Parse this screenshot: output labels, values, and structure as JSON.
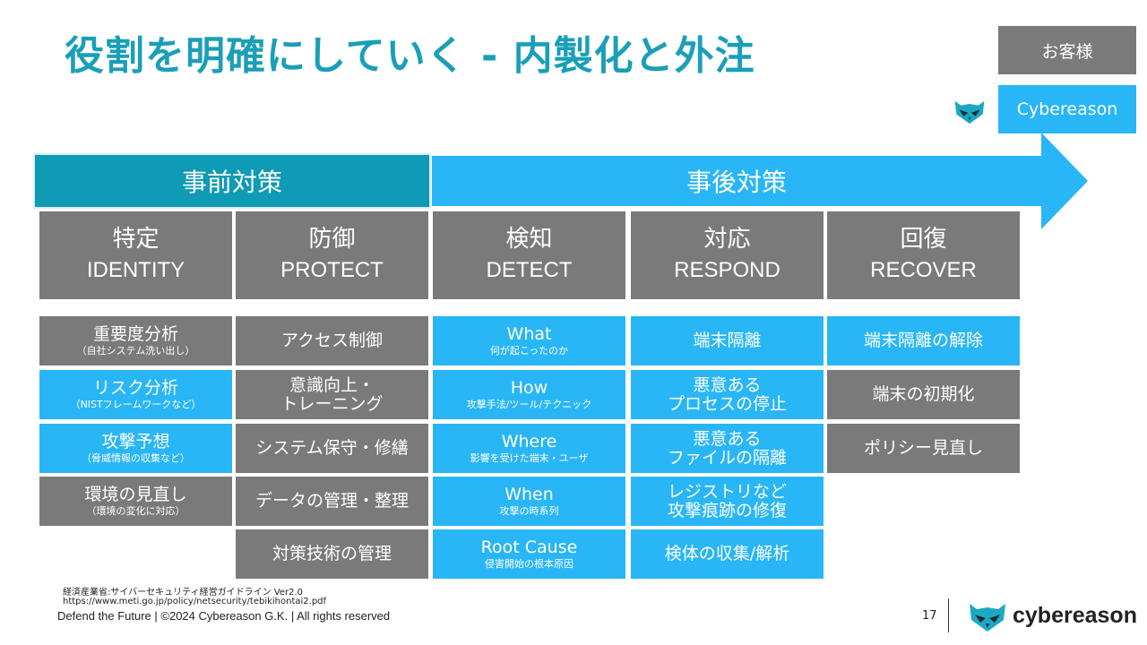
{
  "slide": {
    "title": "役割を明確にしていく - 内製化と外注",
    "page_number": "17"
  },
  "legend": {
    "customer": "お客様",
    "cybereason": "Cybereason"
  },
  "phases": {
    "pre": "事前対策",
    "post": "事後対策"
  },
  "columns": [
    {
      "jp": "特定",
      "en": "IDENTITY",
      "cells": [
        {
          "style": "grey",
          "main": [
            "重要度分析"
          ],
          "sub": "（自社システム洗い出し）"
        },
        {
          "style": "blue",
          "main": [
            "リスク分析"
          ],
          "sub": "（NISTフレームワークなど）"
        },
        {
          "style": "blue",
          "main": [
            "攻撃予想"
          ],
          "sub": "（脅威情報の収集など）"
        },
        {
          "style": "grey",
          "main": [
            "環境の見直し"
          ],
          "sub": "（環境の変化に対応）"
        }
      ]
    },
    {
      "jp": "防御",
      "en": "PROTECT",
      "cells": [
        {
          "style": "grey",
          "main": [
            "アクセス制御"
          ],
          "sub": ""
        },
        {
          "style": "grey",
          "main": [
            "意識向上・",
            "トレーニング"
          ],
          "sub": ""
        },
        {
          "style": "grey",
          "main": [
            "システム保守・修繕"
          ],
          "sub": ""
        },
        {
          "style": "grey",
          "main": [
            "データの管理・整理"
          ],
          "sub": ""
        },
        {
          "style": "grey",
          "main": [
            "対策技術の管理"
          ],
          "sub": ""
        }
      ]
    },
    {
      "jp": "検知",
      "en": "DETECT",
      "cells": [
        {
          "style": "blue",
          "main": [
            "What"
          ],
          "sub": "何が起こったのか"
        },
        {
          "style": "blue",
          "main": [
            "How"
          ],
          "sub": "攻撃手法/ツール/テクニック"
        },
        {
          "style": "blue",
          "main": [
            "Where"
          ],
          "sub": "影響を受けた端末・ユーザ"
        },
        {
          "style": "blue",
          "main": [
            "When"
          ],
          "sub": "攻撃の時系列"
        },
        {
          "style": "blue",
          "main": [
            "Root Cause"
          ],
          "sub": "侵害開始の根本原因"
        }
      ]
    },
    {
      "jp": "対応",
      "en": "RESPOND",
      "cells": [
        {
          "style": "blue",
          "main": [
            "端末隔離"
          ],
          "sub": ""
        },
        {
          "style": "blue",
          "main": [
            "悪意ある",
            "プロセスの停止"
          ],
          "sub": ""
        },
        {
          "style": "blue",
          "main": [
            "悪意ある",
            "ファイルの隔離"
          ],
          "sub": ""
        },
        {
          "style": "blue",
          "main": [
            "レジストリなど",
            "攻撃痕跡の修復"
          ],
          "sub": ""
        },
        {
          "style": "blue",
          "main": [
            "検体の収集/解析"
          ],
          "sub": ""
        }
      ]
    },
    {
      "jp": "回復",
      "en": "RECOVER",
      "cells": [
        {
          "style": "blue",
          "main": [
            "端末隔離の解除"
          ],
          "sub": ""
        },
        {
          "style": "grey",
          "main": [
            "端末の初期化"
          ],
          "sub": ""
        },
        {
          "style": "grey",
          "main": [
            "ポリシー見直し"
          ],
          "sub": ""
        }
      ]
    }
  ],
  "reference": {
    "line1": "経済産業省:サイバーセキュリティ経営ガイドライン Ver2.0",
    "line2": "https://www.meti.go.jp/policy/netsecurity/tebikihontai2.pdf"
  },
  "footer": {
    "text": "Defend the Future | ©2024 Cybereason G.K. | All rights reserved",
    "brand": "cybereason"
  },
  "colors": {
    "title": "#1a9fb8",
    "pre_phase": "#0f9ab5",
    "post_phase": "#29b6f6",
    "customer_grey": "#7a7a7a",
    "cybereason_blue": "#29b6f6"
  }
}
